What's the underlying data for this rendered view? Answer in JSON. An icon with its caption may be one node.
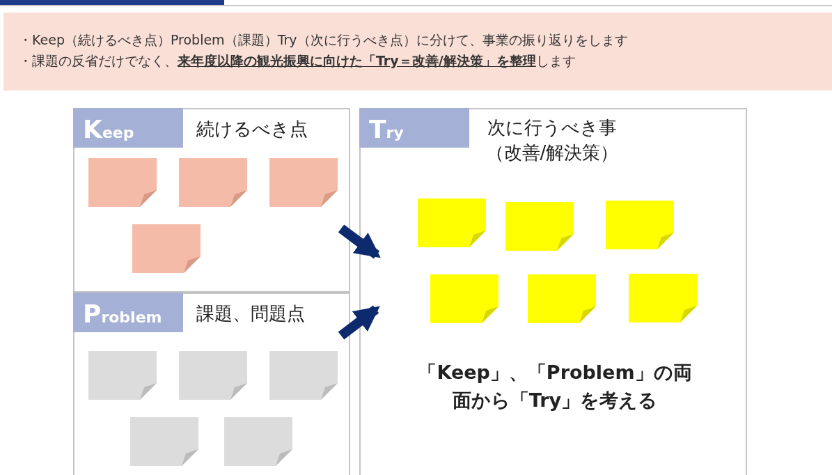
{
  "diagram": {
    "nodes": [
      {
        "text": [
          "・Keep（続けるべき点）Problem（課題）Try（次に行うべき点）に分けて、事業の振り返りをします",
          "・課題の反省だけでなく、**来年度以降の観光振興に向けた「Try＝改善/解決策」を整理**します"
        ]
      },
      {
        "text": [
          "Keep",
          "続けるべき点"
        ]
      },
      {
        "text": [],
        "shape": "box",
        "in": 1
      },
      {
        "text": [],
        "shape": "box",
        "in": 1
      },
      {
        "text": [],
        "shape": "box",
        "in": 1
      },
      {
        "text": [],
        "shape": "box",
        "in": 1
      },
      {
        "text": [
          "Problem",
          "課題、問題点"
        ]
      },
      {
        "text": [],
        "shape": "box",
        "in": 6
      },
      {
        "text": [],
        "shape": "box",
        "in": 6
      },
      {
        "text": [],
        "shape": "box",
        "in": 6
      },
      {
        "text": [],
        "shape": "box",
        "in": 6
      },
      {
        "text": [],
        "shape": "box",
        "in": 6
      },
      {
        "text": [
          "Try",
          "次に行うべき事（改善/解決策）",
          "「Keep」、「Problem」の両面から「Try」を考える"
        ]
      },
      {
        "text": [],
        "shape": "box",
        "in": 12
      },
      {
        "text": [],
        "shape": "box",
        "in": 12
      },
      {
        "text": [],
        "shape": "box",
        "in": 12
      },
      {
        "text": [],
        "shape": "box",
        "in": 12
      },
      {
        "text": [],
        "shape": "box",
        "in": 12
      },
      {
        "text": [],
        "shape": "box",
        "in": 12
      }
    ],
    "edges": [
      {
        "from": 1,
        "to": 12,
        "arrow": "to"
      },
      {
        "from": 6,
        "to": 12,
        "arrow": "to"
      }
    ]
  }
}
